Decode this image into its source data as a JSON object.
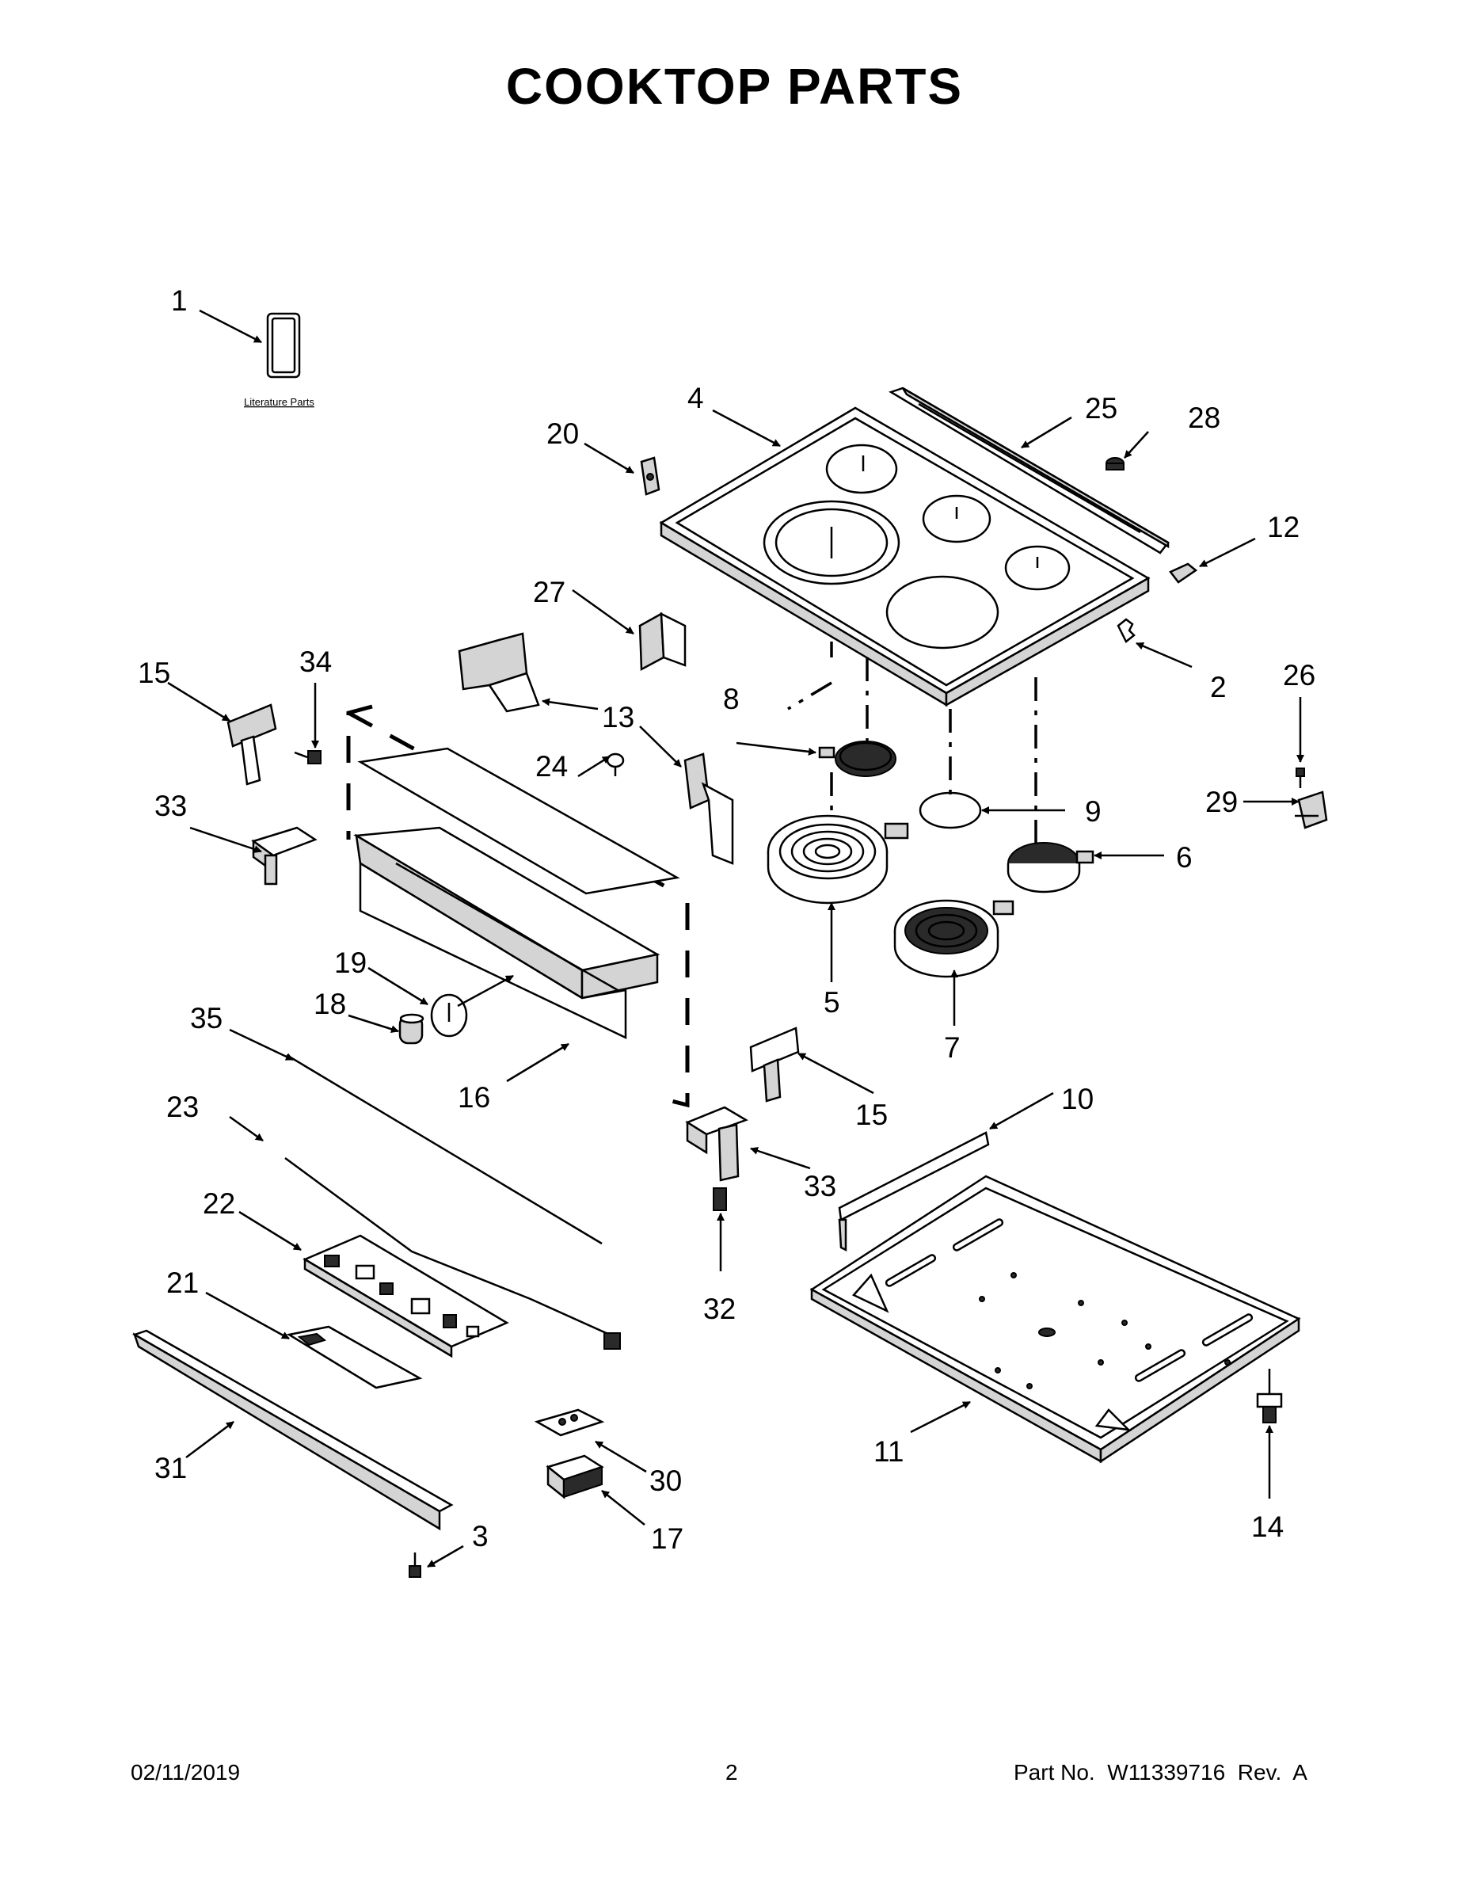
{
  "title": "COOKTOP PARTS",
  "footer": {
    "date": "02/11/2019",
    "page": "2",
    "part_no": "Part No.  W11339716  Rev.  A"
  },
  "literature_label": "Literature Parts",
  "callouts": {
    "c1": "1",
    "c2": "2",
    "c3": "3",
    "c4": "4",
    "c5": "5",
    "c6": "6",
    "c7": "7",
    "c8": "8",
    "c9": "9",
    "c10": "10",
    "c11": "11",
    "c12": "12",
    "c13": "13",
    "c14": "14",
    "c15a": "15",
    "c15b": "15",
    "c16": "16",
    "c17": "17",
    "c18": "18",
    "c19": "19",
    "c20": "20",
    "c21": "21",
    "c22": "22",
    "c23": "23",
    "c24": "24",
    "c25": "25",
    "c26": "26",
    "c27": "27",
    "c28": "28",
    "c29": "29",
    "c30": "30",
    "c31": "31",
    "c32": "32",
    "c33a": "33",
    "c33b": "33",
    "c34": "34",
    "c35": "35"
  }
}
